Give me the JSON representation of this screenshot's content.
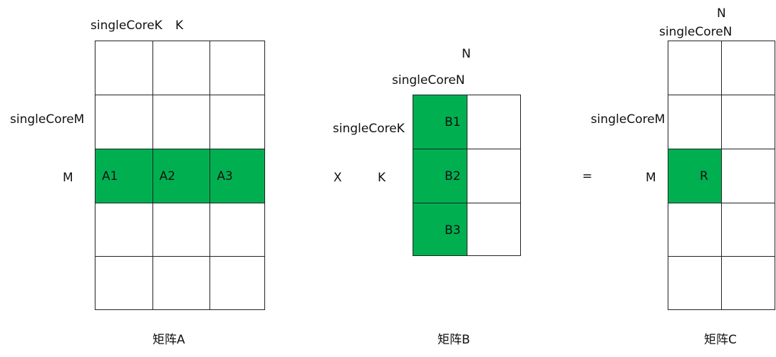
{
  "colors": {
    "highlight": "#00b050",
    "grid_line": "#222222",
    "background": "#ffffff"
  },
  "matrix_a": {
    "caption": "矩阵A",
    "top_label_single": "singleCoreK",
    "top_label_dim": "K",
    "left_label_single": "singleCoreM",
    "left_label_dim": "M",
    "rows": 5,
    "cols": 3,
    "highlighted_row": 2,
    "cell_labels": [
      "A1",
      "A2",
      "A3"
    ]
  },
  "operator_times": "X",
  "matrix_b": {
    "caption": "矩阵B",
    "top_label_dim": "N",
    "top_label_single": "singleCoreN",
    "left_label_single": "singleCoreK",
    "left_label_dim": "K",
    "rows": 3,
    "cols": 2,
    "highlighted_col": 0,
    "cell_labels": [
      "B1",
      "B2",
      "B3"
    ]
  },
  "operator_equals": "=",
  "matrix_c": {
    "caption": "矩阵C",
    "top_label_dim": "N",
    "top_label_single": "singleCoreN",
    "left_label_single": "singleCoreM",
    "left_label_dim": "M",
    "rows": 5,
    "cols": 2,
    "highlighted_row": 2,
    "highlighted_col": 0,
    "cell_label": "R"
  }
}
